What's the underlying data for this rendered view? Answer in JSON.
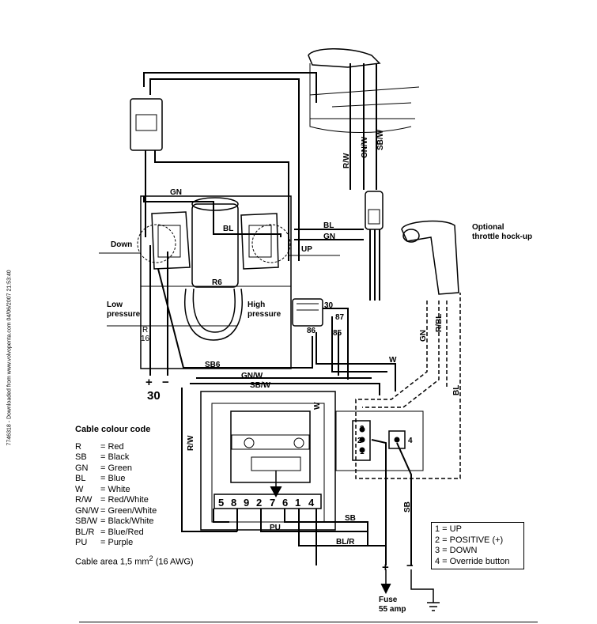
{
  "side_note": "7746318 - Downloaded from www.volvopenta.com 04/06/2007 21:53:40",
  "labels": {
    "gn_top": "GN",
    "bl_pump": "BL",
    "down": "Down",
    "up": "UP",
    "r6": "R6",
    "low_pressure": "Low\npressure",
    "high_pressure": "High\npressure",
    "r16": "R\n16",
    "sb6": "SB6",
    "plus": "+",
    "minus": "−",
    "terminal_30": "30",
    "bl_right": "BL",
    "gn_right": "GN",
    "rw_vertical": "R/W",
    "gnw_vertical": "GN/W",
    "sbw_vertical": "SB/W",
    "relay_30": "30",
    "relay_87": "87",
    "relay_86": "86",
    "relay_85": "85",
    "w_right": "W",
    "gnw_mid": "GN/W",
    "sbw_mid": "SB/W",
    "w_vertical": "W",
    "rw_left": "R/W",
    "rbl_vertical": "R/BL",
    "gn_vertical": "GN",
    "bl_vertical": "BL",
    "optional": "Optional",
    "throttle": "throttle hock-up",
    "switch_3": "3",
    "switch_2": "2",
    "switch_1": "1",
    "switch_4": "4",
    "terminals": [
      "5",
      "8",
      "9",
      "2",
      "7",
      "6",
      "1",
      "4"
    ],
    "pu": "PU",
    "sb_lower": "SB",
    "blr": "BL/R",
    "sb_vertical": "SB",
    "fuse_plus": "+",
    "fuse_minus": "−",
    "fuse": "Fuse",
    "fuse_amp": "55 amp"
  },
  "legend": {
    "title": "Cable colour code",
    "rows": [
      {
        "code": "R",
        "desc": "= Red"
      },
      {
        "code": "SB",
        "desc": "= Black"
      },
      {
        "code": "GN",
        "desc": "= Green"
      },
      {
        "code": "BL",
        "desc": "= Blue"
      },
      {
        "code": "W",
        "desc": "= White"
      },
      {
        "code": "R/W",
        "desc": "= Red/White"
      },
      {
        "code": "GN/W",
        "desc": "= Green/White"
      },
      {
        "code": "SB/W",
        "desc": "= Black/White"
      },
      {
        "code": "BL/R",
        "desc": "= Blue/Red"
      },
      {
        "code": "PU",
        "desc": "= Purple"
      }
    ],
    "area_prefix": "Cable area 1,5 mm",
    "area_sup": "2",
    "area_suffix": " (16 AWG)"
  },
  "key": {
    "rows": [
      "1 = UP",
      "2 = POSITIVE (+)",
      "3 = DOWN",
      "4 = Override button"
    ]
  }
}
